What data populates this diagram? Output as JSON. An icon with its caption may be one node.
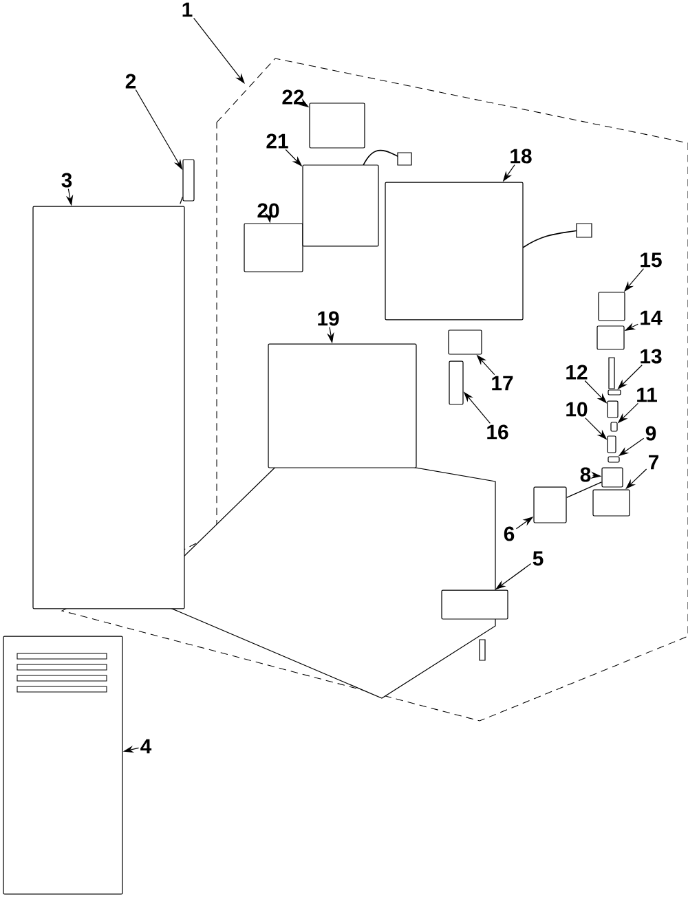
{
  "diagram": {
    "nodes": [
      {
        "text": [
          "1"
        ]
      },
      {
        "text": [
          "2"
        ]
      },
      {
        "text": [
          "3"
        ]
      },
      {
        "text": [
          "4"
        ]
      },
      {
        "text": [
          "5"
        ]
      },
      {
        "text": [
          "6"
        ]
      },
      {
        "text": [
          "7"
        ]
      },
      {
        "text": [
          "8"
        ]
      },
      {
        "text": [
          "9"
        ]
      },
      {
        "text": [
          "10"
        ]
      },
      {
        "text": [
          "11"
        ]
      },
      {
        "text": [
          "12"
        ]
      },
      {
        "text": [
          "13"
        ]
      },
      {
        "text": [
          "14"
        ]
      },
      {
        "text": [
          "15"
        ]
      },
      {
        "text": [
          "16"
        ]
      },
      {
        "text": [
          "17"
        ]
      },
      {
        "text": [
          "18"
        ]
      },
      {
        "text": [
          "19"
        ]
      },
      {
        "text": [
          "20"
        ]
      },
      {
        "text": [
          "21"
        ]
      },
      {
        "text": [
          "22"
        ]
      },
      {
        "text": [],
        "shape": "box"
      },
      {
        "text": [],
        "shape": "box"
      },
      {
        "text": [],
        "shape": "box"
      },
      {
        "text": [],
        "shape": "box"
      },
      {
        "text": [],
        "shape": "box"
      },
      {
        "text": [],
        "shape": "box"
      },
      {
        "text": [],
        "shape": "box"
      },
      {
        "text": [],
        "shape": "box"
      },
      {
        "text": [],
        "shape": "box"
      },
      {
        "text": [],
        "shape": "box"
      },
      {
        "text": [],
        "shape": "box"
      },
      {
        "text": [],
        "shape": "box"
      },
      {
        "text": [],
        "shape": "box"
      },
      {
        "text": [],
        "shape": "box"
      },
      {
        "text": [],
        "shape": "box"
      },
      {
        "text": [],
        "shape": "box"
      },
      {
        "text": [],
        "shape": "box"
      },
      {
        "text": [],
        "shape": "box"
      },
      {
        "text": [],
        "shape": "box"
      },
      {
        "text": [],
        "shape": "box"
      },
      {
        "text": [],
        "shape": "box"
      }
    ],
    "edges": [
      {
        "from": 0,
        "to": null,
        "arrow": "to"
      },
      {
        "from": 1,
        "to": 22,
        "arrow": "to"
      },
      {
        "from": 2,
        "to": 23,
        "arrow": "to"
      },
      {
        "from": 3,
        "to": 24,
        "arrow": "to"
      },
      {
        "from": 4,
        "to": 25,
        "arrow": "to"
      },
      {
        "from": 5,
        "to": 26,
        "arrow": "to"
      },
      {
        "from": 6,
        "to": 27,
        "arrow": "to"
      },
      {
        "from": 7,
        "to": 28,
        "arrow": "to"
      },
      {
        "from": 8,
        "to": 29,
        "arrow": "to"
      },
      {
        "from": 9,
        "to": 30,
        "arrow": "to"
      },
      {
        "from": 10,
        "to": 31,
        "arrow": "to"
      },
      {
        "from": 11,
        "to": 32,
        "arrow": "to"
      },
      {
        "from": 12,
        "to": 33,
        "arrow": "to"
      },
      {
        "from": 13,
        "to": 34,
        "arrow": "to"
      },
      {
        "from": 14,
        "to": 35,
        "arrow": "to"
      },
      {
        "from": 15,
        "to": 36,
        "arrow": "to"
      },
      {
        "from": 16,
        "to": 37,
        "arrow": "to"
      },
      {
        "from": 17,
        "to": 38,
        "arrow": "to"
      },
      {
        "from": 18,
        "to": 39,
        "arrow": "to"
      },
      {
        "from": 19,
        "to": 40,
        "arrow": "to"
      },
      {
        "from": 20,
        "to": 41,
        "arrow": "to"
      },
      {
        "from": 21,
        "to": 42,
        "arrow": "to"
      },
      {
        "from": 26,
        "to": 28,
        "arrow": "none"
      },
      {
        "from": 22,
        "to": 23,
        "arrow": "none",
        "style": "dashed"
      }
    ]
  }
}
